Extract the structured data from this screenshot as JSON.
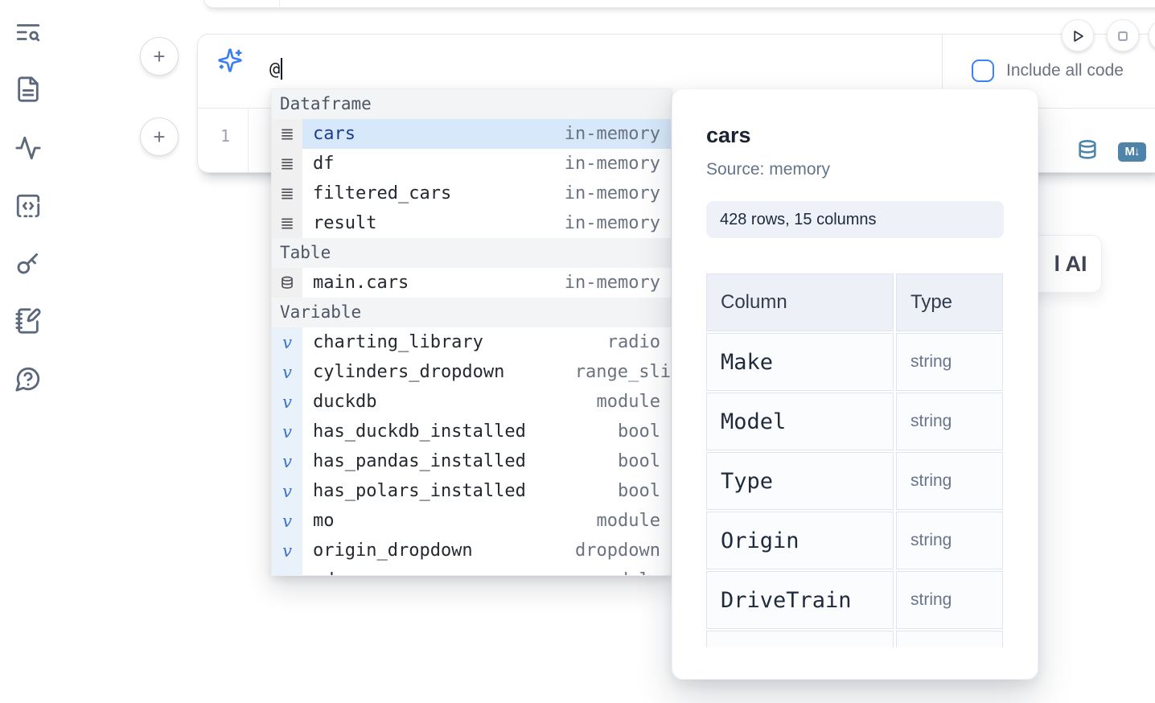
{
  "colors": {
    "accent_blue": "#3b82f6",
    "sparkle_blue": "#3b7ff0",
    "steel_blue": "#4e84aa",
    "selection_bg": "#d7e8fa",
    "selected_text": "#1d3d8f",
    "variable_gutter": "#e9f1fb",
    "icon_slate": "#5c687c"
  },
  "sidebar": {
    "items": [
      {
        "icon": "text-search-icon"
      },
      {
        "icon": "file-text-icon"
      },
      {
        "icon": "activity-icon"
      },
      {
        "icon": "code-cell-icon"
      },
      {
        "icon": "key-icon"
      },
      {
        "icon": "notebook-pen-icon"
      },
      {
        "icon": "help-chat-icon"
      }
    ]
  },
  "cell_actions": {
    "add_cell_above": "+",
    "add_cell_below": "+"
  },
  "prompt": {
    "value": "@",
    "include_all_code": {
      "label": "Include all code",
      "checked": false
    }
  },
  "editor": {
    "line_number": "1",
    "markdown_badge": "M↓"
  },
  "icons": {
    "variable_glyph": "v"
  },
  "autocomplete": {
    "sections": [
      {
        "label": "Dataframe",
        "items": [
          {
            "icon": "dataframe",
            "name": "cars",
            "detail": "in-memory",
            "selected": true
          },
          {
            "icon": "dataframe",
            "name": "df",
            "detail": "in-memory"
          },
          {
            "icon": "dataframe",
            "name": "filtered_cars",
            "detail": "in-memory"
          },
          {
            "icon": "dataframe",
            "name": "result",
            "detail": "in-memory"
          }
        ]
      },
      {
        "label": "Table",
        "items": [
          {
            "icon": "table",
            "name": "main.cars",
            "detail": "in-memory"
          }
        ]
      },
      {
        "label": "Variable",
        "items": [
          {
            "icon": "variable",
            "name": "charting_library",
            "detail": "radio"
          },
          {
            "icon": "variable",
            "name": "cylinders_dropdown",
            "detail": "range_sli",
            "detail_clipped": true
          },
          {
            "icon": "variable",
            "name": "duckdb",
            "detail": "module"
          },
          {
            "icon": "variable",
            "name": "has_duckdb_installed",
            "detail": "bool"
          },
          {
            "icon": "variable",
            "name": "has_pandas_installed",
            "detail": "bool"
          },
          {
            "icon": "variable",
            "name": "has_polars_installed",
            "detail": "bool"
          },
          {
            "icon": "variable",
            "name": "mo",
            "detail": "module"
          },
          {
            "icon": "variable",
            "name": "origin_dropdown",
            "detail": "dropdown"
          },
          {
            "icon": "variable",
            "name": "pd",
            "detail": "module"
          }
        ]
      }
    ]
  },
  "ai_button": {
    "visible_label": "l AI"
  },
  "panel": {
    "title": "cars",
    "source": "Source: memory",
    "shape": "428 rows, 15 columns",
    "table": {
      "headers": [
        "Column",
        "Type"
      ],
      "rows": [
        [
          "Make",
          "string"
        ],
        [
          "Model",
          "string"
        ],
        [
          "Type",
          "string"
        ],
        [
          "Origin",
          "string"
        ],
        [
          "DriveTrain",
          "string"
        ]
      ],
      "has_clipped_row": true
    }
  }
}
